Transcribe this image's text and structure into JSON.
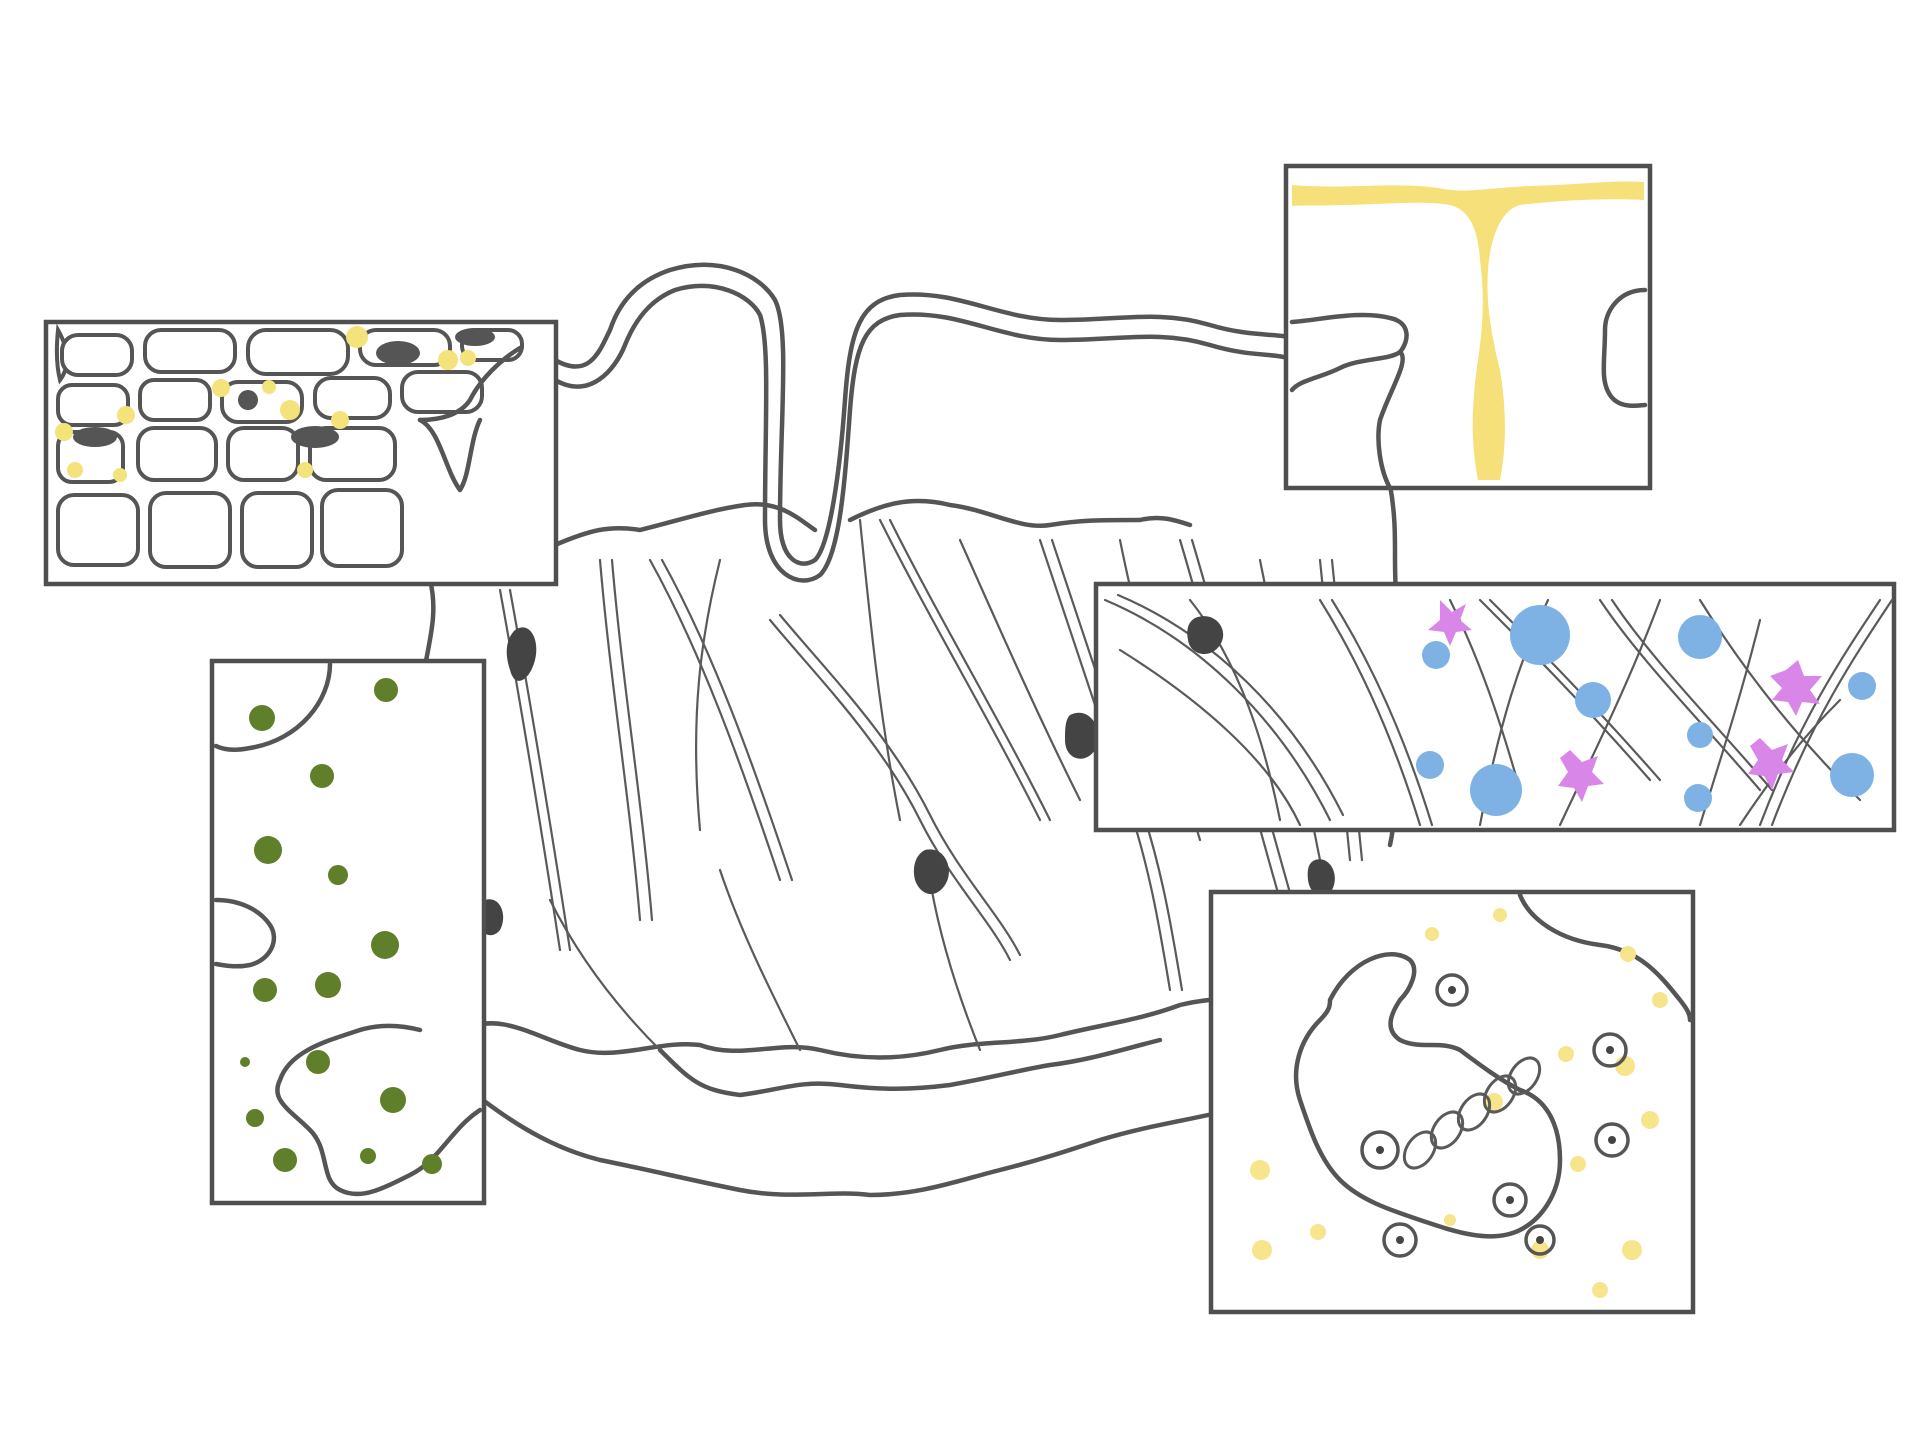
{
  "colors": {
    "line": "#555555",
    "fibroblast": "#444444",
    "pigment": "#f4e27a",
    "melanin": "#555555",
    "sebum": "#f5e07a",
    "bone_marrow_dots": "#5f7f2a",
    "adipocyte": "#7eb2e4",
    "mast_cell": "#d886e8",
    "fat_droplet": "#f7e58c",
    "background": "#ffffff"
  },
  "panels": [
    {
      "id": "epidermis",
      "icon": "epidermis-cells-icon"
    },
    {
      "id": "sweat-pore",
      "icon": "sweat-pore-icon"
    },
    {
      "id": "dermis-cells",
      "icon": "dermal-cells-icon"
    },
    {
      "id": "marrow",
      "icon": "green-dots-icon"
    },
    {
      "id": "subcutaneous",
      "icon": "fat-cells-icon"
    }
  ]
}
